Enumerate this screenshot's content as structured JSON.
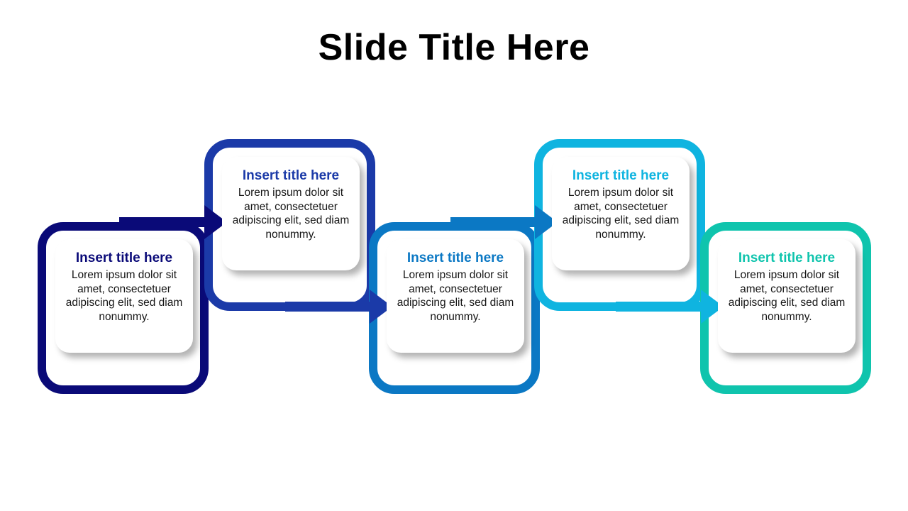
{
  "slide": {
    "title": "Slide Title Here",
    "background_color": "#FFFFFF",
    "title_color": "#000000"
  },
  "diagram": {
    "type": "zigzag-process-flow",
    "step_count": 5,
    "arrow_count": 4,
    "steps": [
      {
        "index": 1,
        "title": "Insert title here",
        "body": "Lorem ipsum dolor sit amet, consectetuer adipiscing elit, sed diam nonummy.",
        "color": "#0A0A78",
        "position": "low"
      },
      {
        "index": 2,
        "title": "Insert title here",
        "body": "Lorem ipsum dolor sit amet, consectetuer adipiscing elit, sed diam nonummy.",
        "color": "#1B3AA8",
        "position": "high"
      },
      {
        "index": 3,
        "title": "Insert title here",
        "body": "Lorem ipsum dolor sit amet, consectetuer adipiscing elit, sed diam nonummy.",
        "color": "#0B78C4",
        "position": "low"
      },
      {
        "index": 4,
        "title": "Insert title here",
        "body": "Lorem ipsum dolor sit amet, consectetuer adipiscing elit, sed diam nonummy.",
        "color": "#0FB4E0",
        "position": "high"
      },
      {
        "index": 5,
        "title": "Insert title here",
        "body": "Lorem ipsum dolor sit amet, consectetuer adipiscing elit, sed diam nonummy.",
        "color": "#0FC4AD",
        "position": "low"
      }
    ],
    "arrows": [
      {
        "index": 1,
        "from_step": 1,
        "to_step": 2,
        "color": "#0A0A78",
        "direction": "right"
      },
      {
        "index": 2,
        "from_step": 2,
        "to_step": 3,
        "color": "#1B3AA8",
        "direction": "right"
      },
      {
        "index": 3,
        "from_step": 3,
        "to_step": 4,
        "color": "#0B78C4",
        "direction": "right"
      },
      {
        "index": 4,
        "from_step": 4,
        "to_step": 5,
        "color": "#0FB4E0",
        "direction": "right"
      }
    ]
  }
}
